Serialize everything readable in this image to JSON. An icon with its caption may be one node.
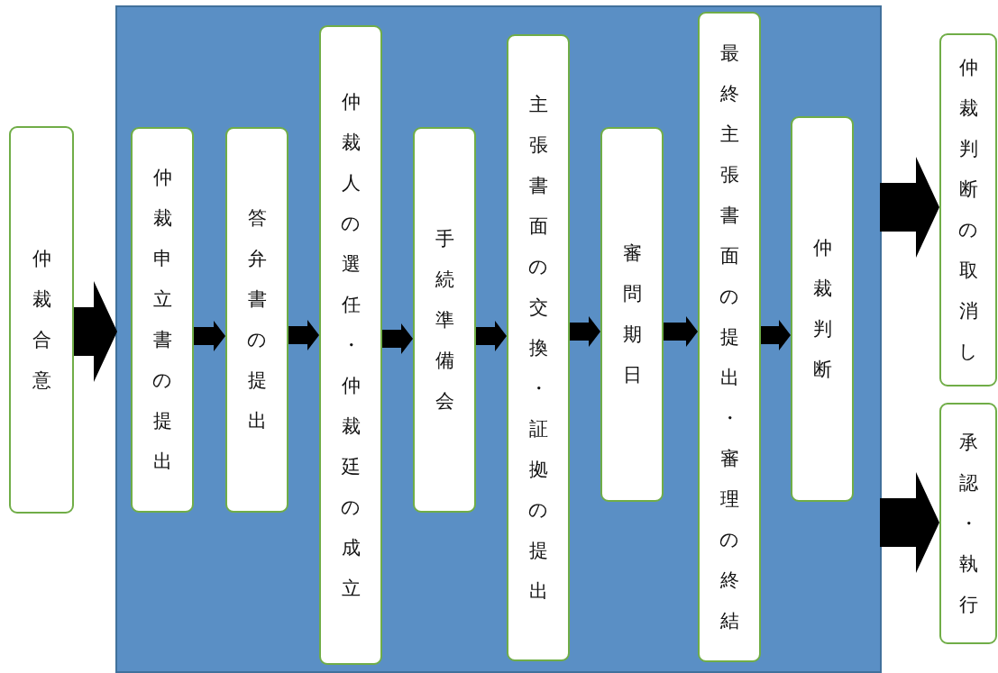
{
  "diagram": {
    "nodes": [
      {
        "text": [
          "仲裁合意"
        ]
      },
      {
        "text": [],
        "shape": "box"
      },
      {
        "text": [
          "仲裁申立書の提出"
        ],
        "in": 1
      },
      {
        "text": [
          "答弁書の提出"
        ],
        "in": 1
      },
      {
        "text": [
          "仲裁人の選任・仲裁廷の成立"
        ],
        "in": 1
      },
      {
        "text": [
          "手続準備会"
        ],
        "in": 1
      },
      {
        "text": [
          "主張書面の交換・証拠の提出"
        ],
        "in": 1
      },
      {
        "text": [
          "審問期日"
        ],
        "in": 1
      },
      {
        "text": [
          "最終主張書面の提出・審理の終結"
        ],
        "in": 1
      },
      {
        "text": [
          "仲裁判断"
        ],
        "in": 1
      },
      {
        "text": [
          "仲裁判断の取消し"
        ]
      },
      {
        "text": [
          "承認・執行"
        ]
      }
    ],
    "edges": [
      {
        "from": 0,
        "to": 1,
        "arrow": "to"
      },
      {
        "from": 2,
        "to": 3,
        "arrow": "to"
      },
      {
        "from": 3,
        "to": 4,
        "arrow": "to"
      },
      {
        "from": 4,
        "to": 5,
        "arrow": "to"
      },
      {
        "from": 5,
        "to": 6,
        "arrow": "to"
      },
      {
        "from": 6,
        "to": 7,
        "arrow": "to"
      },
      {
        "from": 7,
        "to": 8,
        "arrow": "to"
      },
      {
        "from": 8,
        "to": 9,
        "arrow": "to"
      },
      {
        "from": 1,
        "to": 10,
        "arrow": "to"
      },
      {
        "from": 1,
        "to": 11,
        "arrow": "to"
      }
    ]
  }
}
